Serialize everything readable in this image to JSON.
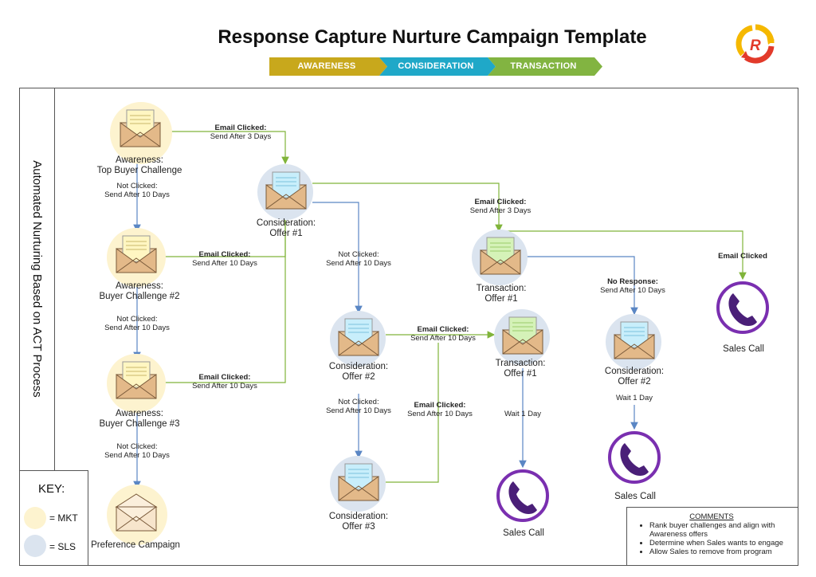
{
  "title": "Response Capture Nurture Campaign Template",
  "phases": [
    {
      "label": "AWARENESS",
      "color": "#c8a81c"
    },
    {
      "label": "CONSIDERATION",
      "color": "#1fa8c8"
    },
    {
      "label": "TRANSACTION",
      "color": "#82b441"
    }
  ],
  "side_label": "Automated Nurturing Based on ACT Process",
  "key": {
    "title": "KEY:",
    "mkt_label": "= MKT",
    "sls_label": "= SLS",
    "mkt_color": "#fdf3cf",
    "sls_color": "#dbe4ef"
  },
  "nodes": {
    "awareness_top": "Awareness:\nTop Buyer Challenge",
    "awareness_2": "Awareness:\nBuyer Challenge #2",
    "awareness_3": "Awareness:\nBuyer Challenge #3",
    "preference": "Preference Campaign",
    "consideration_1": "Consideration:\nOffer #1",
    "consideration_2": "Consideration:\nOffer #2",
    "consideration_3": "Consideration:\nOffer #3",
    "transaction_1": "Transaction:\nOffer #1",
    "transaction_1b": "Transaction:\nOffer #1",
    "consideration_2b": "Consideration:\nOffer #2",
    "sales_call_a": "Sales Call",
    "sales_call_b": "Sales Call",
    "sales_call_c": "Sales Call"
  },
  "edges": {
    "e1_bold": "Email Clicked:",
    "e1": "Send After 3 Days",
    "e2_bold": "Not Clicked:",
    "e2": "Send After 10 Days",
    "e3_bold": "Email Clicked:",
    "e3": "Send After 10 Days",
    "e4_bold": "Not Clicked:",
    "e4": "Send After 10 Days",
    "e5_bold": "Email Clicked:",
    "e5": "Send After 10 Days",
    "e6_bold": "Not Clicked:",
    "e6": "Send After 10 Days",
    "e7_bold": "Not Clicked:",
    "e7": "Send After 10 Days",
    "e8_bold": "Email Clicked:",
    "e8": "Send After 3 Days",
    "e9_bold": "Email Clicked:",
    "e9": "Send After 10 Days",
    "e10_bold": "Not Clicked:",
    "e10": "Send After 10 Days",
    "e11_bold": "Email Clicked:",
    "e11": "Send After 10 Days",
    "e12": "Wait 1 Day",
    "e13_bold": "No Response:",
    "e13": "Send After 10 Days",
    "e14_bold": "Email Clicked",
    "e15": "Wait 1 Day"
  },
  "comments": {
    "title": "COMMENTS",
    "items": [
      "Rank buyer challenges and align with Awareness offers",
      "Determine when Sales wants to engage",
      "Allow Sales to remove from program"
    ]
  },
  "logo_letter": "R",
  "colors": {
    "mkt_circle": "#fdf3cf",
    "sls_circle": "#dbe4ef",
    "arrow_blue": "#5a86c4",
    "arrow_green": "#80b43a",
    "phone_purple": "#7a2fb0"
  }
}
